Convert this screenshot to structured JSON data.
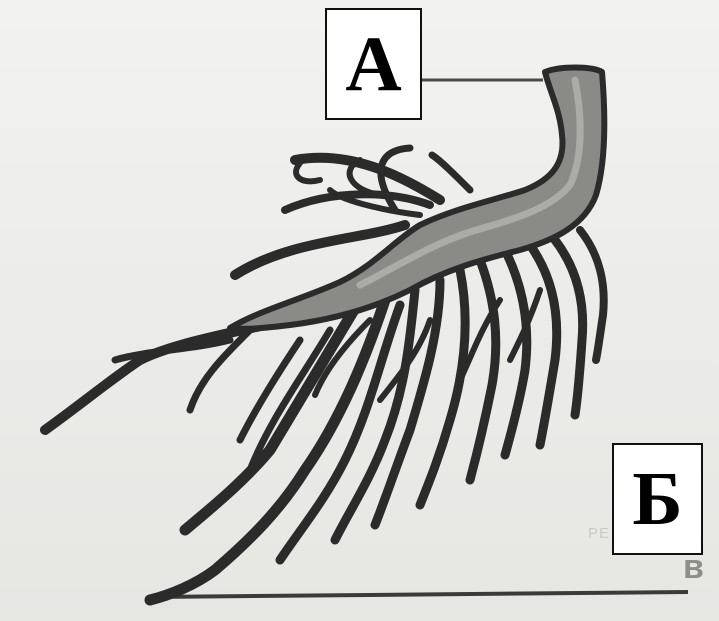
{
  "labels": {
    "a": "А",
    "b": "Б"
  },
  "faint_text": {
    "watermark": "РЕ",
    "corner_letter": "в"
  },
  "colors": {
    "background": "#eeeeec",
    "root_ink": "#2b2b2b",
    "taproot_shade": "#8a8a87",
    "label_box_fill": "#ffffff",
    "label_box_border": "#111111"
  }
}
